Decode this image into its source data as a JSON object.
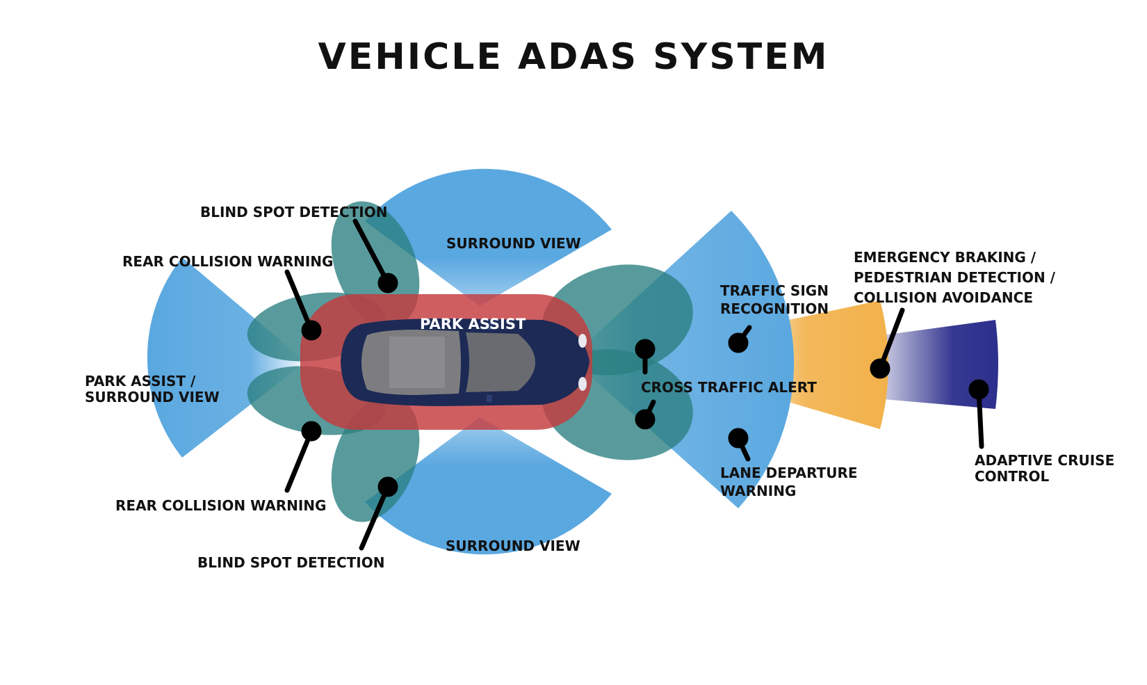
{
  "title": "VEHICLE ADAS SYSTEM",
  "labels": {
    "blind_spot_top": "BLIND SPOT DETECTION",
    "rear_collision_top": "REAR COLLISION WARNING",
    "surround_view_top": "SURROUND VIEW",
    "park_assist": "PARK ASSIST",
    "park_assist_rear_line1": "PARK ASSIST /",
    "park_assist_rear_line2": "SURROUND VIEW",
    "rear_collision_bottom": "REAR COLLISION WARNING",
    "blind_spot_bottom": "BLIND SPOT DETECTION",
    "surround_view_bottom": "SURROUND VIEW",
    "traffic_sign_line1": "TRAFFIC SIGN",
    "traffic_sign_line2": "RECOGNITION",
    "cross_traffic": "CROSS TRAFFIC ALERT",
    "lane_departure_line1": "LANE DEPARTURE",
    "lane_departure_line2": "WARNING",
    "emergency_line1": "EMERGENCY BRAKING /",
    "emergency_line2": "PEDESTRIAN DETECTION /",
    "emergency_line3": "COLLISION AVOIDANCE",
    "acc_line1": "ADAPTIVE CRUISE",
    "acc_line2": "CONTROL"
  },
  "colors": {
    "sky_blue": "#5aa8e0",
    "teal": "#2a7f80",
    "park_red": "#c53a3e",
    "orange": "#f2b14a",
    "navy": "#2c2f8c",
    "car": "#1c2a55"
  }
}
